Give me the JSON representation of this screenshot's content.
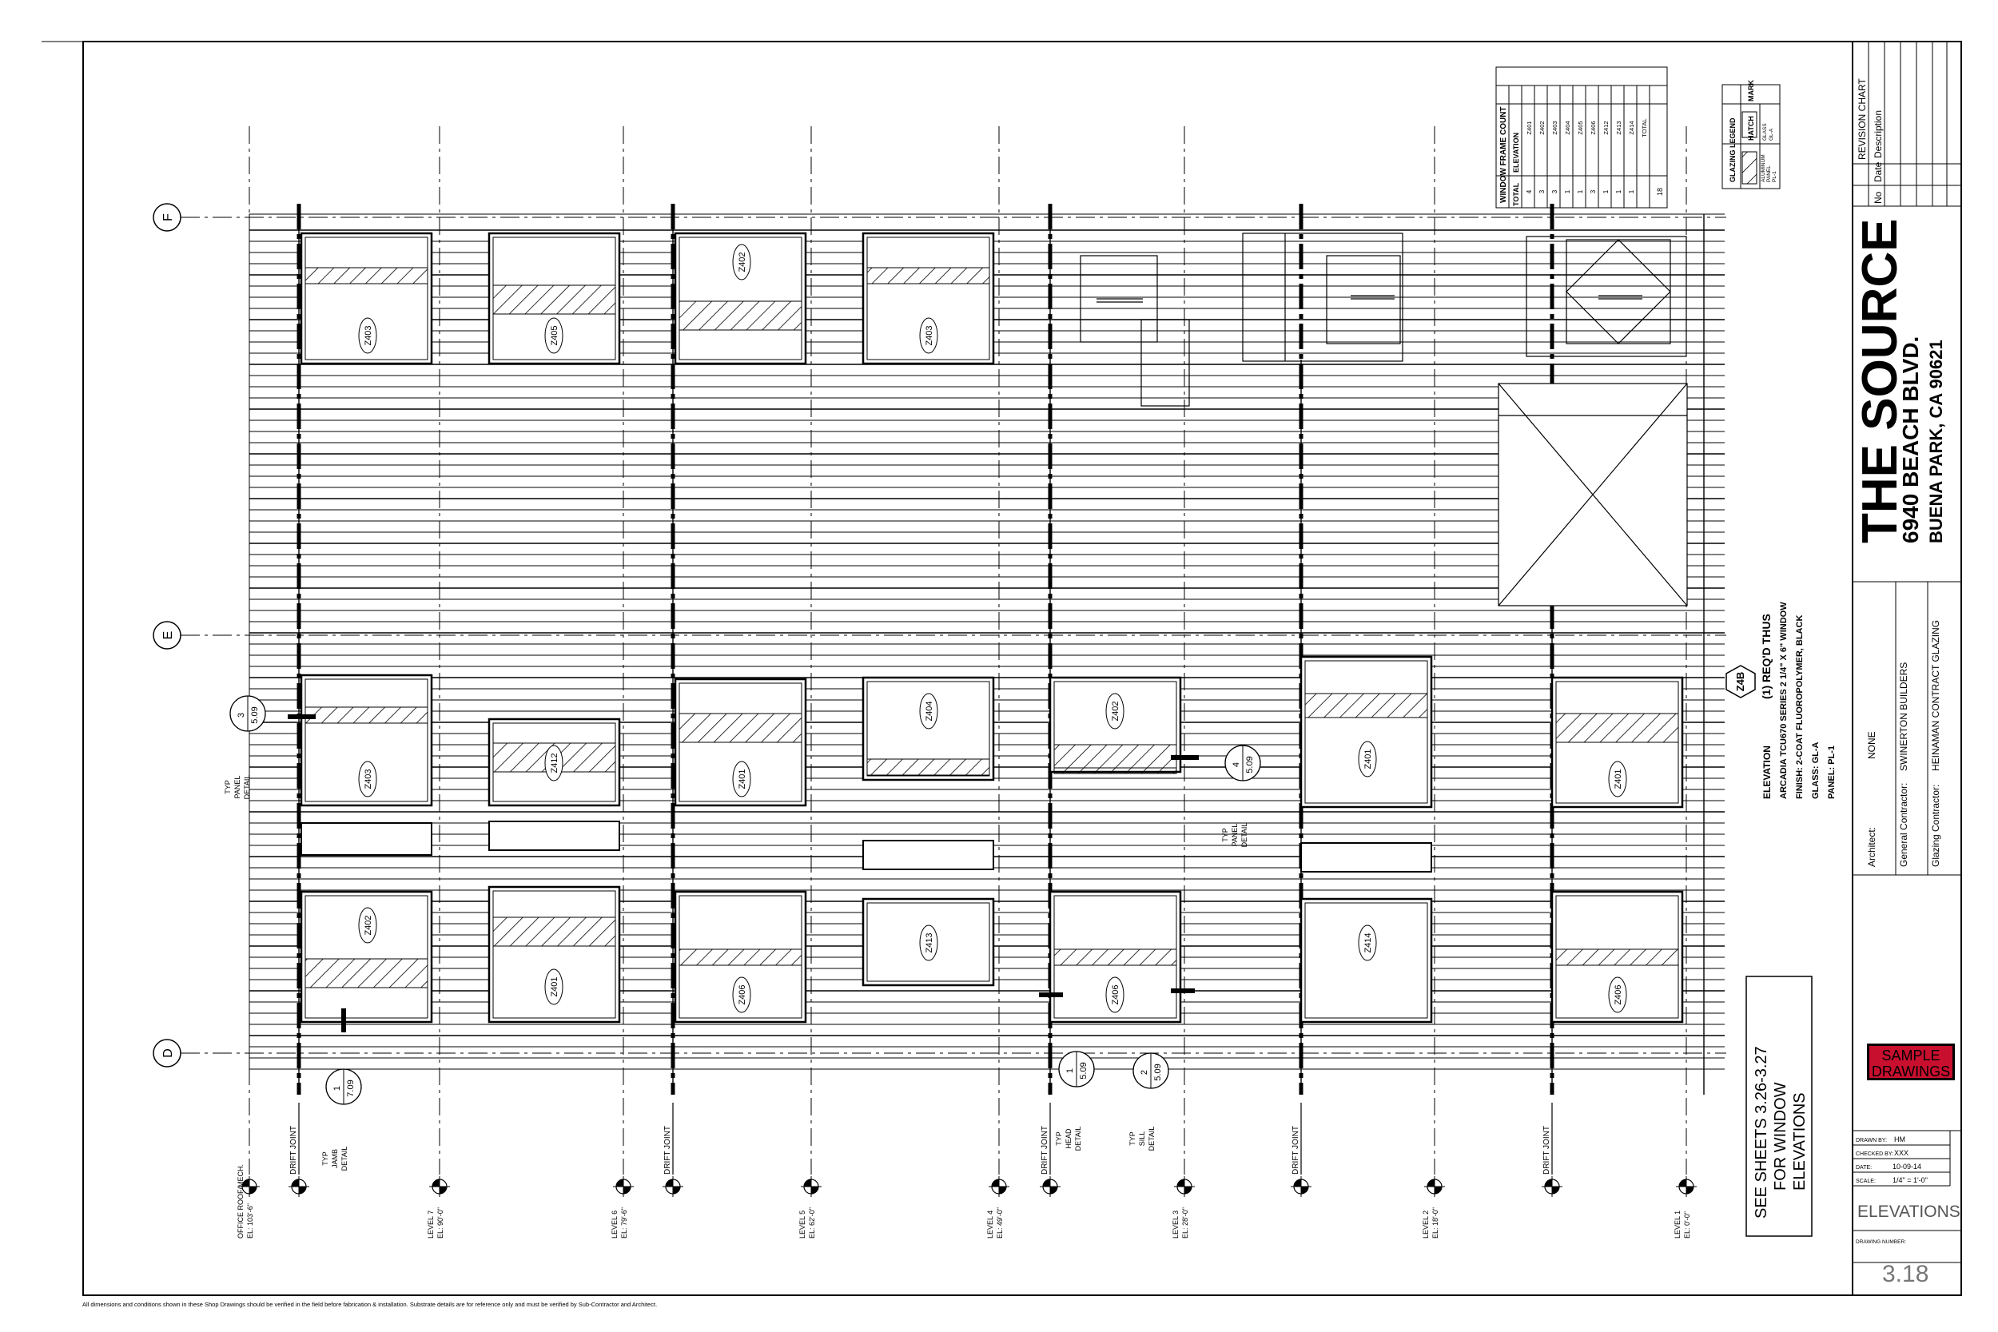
{
  "title_block": {
    "project": "THE SOURCE",
    "address1": "6940 BEACH BLVD.",
    "address2": "BUENA PARK, CA 90621",
    "architect_label": "Architect:",
    "architect_value": "NONE",
    "gc_label": "General Contractor:",
    "gc_value": "SWINERTON BUILDERS",
    "glazing_label": "Glazing Contractor:",
    "glazing_value": "HEINAMAN CONTRACT GLAZING",
    "drawn_by_label": "DRAWN BY:",
    "drawn_by": "HM",
    "checked_by_label": "CHECKED BY:",
    "checked_by": "XXX",
    "date_label": "DATE:",
    "date": "10-09-14",
    "scale_label": "SCALE:",
    "scale": "1/4\" = 1'-0\"",
    "sheet_title": "ELEVATIONS",
    "drawing_number_label": "DRAWING NUMBER:",
    "drawing_number": "3.18",
    "sample": [
      "SAMPLE",
      "DRAWINGS"
    ]
  },
  "revision_chart": {
    "title": "REVISION CHART",
    "headers": [
      "No",
      "Date",
      "Description"
    ]
  },
  "frame_count": {
    "title": "WINDOW FRAME COUNT",
    "headers": [
      "ELEVATION",
      "TOTAL"
    ],
    "rows": [
      {
        "mark": "Z401",
        "total": "4"
      },
      {
        "mark": "Z402",
        "total": "3"
      },
      {
        "mark": "Z403",
        "total": "3"
      },
      {
        "mark": "Z404",
        "total": "1"
      },
      {
        "mark": "Z405",
        "total": "1"
      },
      {
        "mark": "Z406",
        "total": "3"
      },
      {
        "mark": "Z412",
        "total": "1"
      },
      {
        "mark": "Z413",
        "total": "1"
      },
      {
        "mark": "Z414",
        "total": "1"
      }
    ],
    "total_label": "TOTAL",
    "total_value": "18"
  },
  "glazing_legend": {
    "title": "GLAZING LEGEND",
    "headers": [
      "HATCH",
      "MARK"
    ],
    "rows": [
      {
        "mark1": "GLASS",
        "mark2": "GL-A"
      },
      {
        "mark1": "ALUMINUM",
        "mark2": "PANEL",
        "mark3": "PL-1"
      }
    ]
  },
  "elevation_note": {
    "tag": "Z4B",
    "heading": "ELEVATION",
    "req": "(1) REQ'D THUS",
    "system": "ARCADIA TCU670 SERIES 2 1/4\" X 6\" WINDOW",
    "finish": "FINISH: 2-COAT FLUOROPOLYMER, BLACK",
    "glass": "GLASS: GL-A",
    "panel": "PANEL: PL-1"
  },
  "see_sheets": [
    "SEE SHEETS 3.26-3.27",
    "FOR WINDOW",
    "ELEVATIONS"
  ],
  "grid_lines": [
    "F",
    "E",
    "D"
  ],
  "levels": [
    {
      "l1": "OFFICE ROOF/MECH.",
      "l2": "EL: 103'-6\""
    },
    {
      "l1": "LEVEL 7",
      "l2": "EL: 90'-0\""
    },
    {
      "l1": "LEVEL 6",
      "l2": "EL: 79'-6\""
    },
    {
      "l1": "LEVEL 5",
      "l2": "EL: 62'-0\""
    },
    {
      "l1": "LEVEL 4",
      "l2": "EL: 49'-0\""
    },
    {
      "l1": "LEVEL 3",
      "l2": "EL: 28'-0\""
    },
    {
      "l1": "LEVEL 2",
      "l2": "EL: 18'-0\""
    },
    {
      "l1": "LEVEL 1",
      "l2": "EL: 0'-0\""
    }
  ],
  "drift_joint": "DRIFT JOINT",
  "windows": {
    "top": [
      "Z403",
      "Z405",
      "Z402",
      "Z403"
    ],
    "mid": [
      "Z403",
      "Z412",
      "Z401",
      "Z404",
      "Z402",
      "Z401",
      "Z401"
    ],
    "bot": [
      "Z402",
      "Z401",
      "Z406",
      "Z413",
      "Z406",
      "Z414",
      "Z406"
    ]
  },
  "details": [
    {
      "num": "3",
      "sheet": "5.09",
      "t1": "TYP",
      "t2": "PANEL",
      "t3": "DETAIL"
    },
    {
      "num": "4",
      "sheet": "5.09",
      "t1": "TYP",
      "t2": "PANEL",
      "t3": "DETAIL"
    },
    {
      "num": "1",
      "sheet": "7.09",
      "t1": "TYP",
      "t2": "JAMB",
      "t3": "DETAIL"
    },
    {
      "num": "1",
      "sheet": "5.09",
      "t1": "TYP",
      "t2": "HEAD",
      "t3": "DETAIL"
    },
    {
      "num": "2",
      "sheet": "5.09",
      "t1": "TYP",
      "t2": "SILL",
      "t3": "DETAIL"
    }
  ],
  "disclaimer": "All dimensions and conditions shown in these Shop Drawings should be verified in the field before fabrication & installation. Substrate details are for reference only and must be verified by Sub-Contractor and Architect.",
  "colors": {
    "sample_fill": "#c8102e",
    "line": "#000000"
  }
}
